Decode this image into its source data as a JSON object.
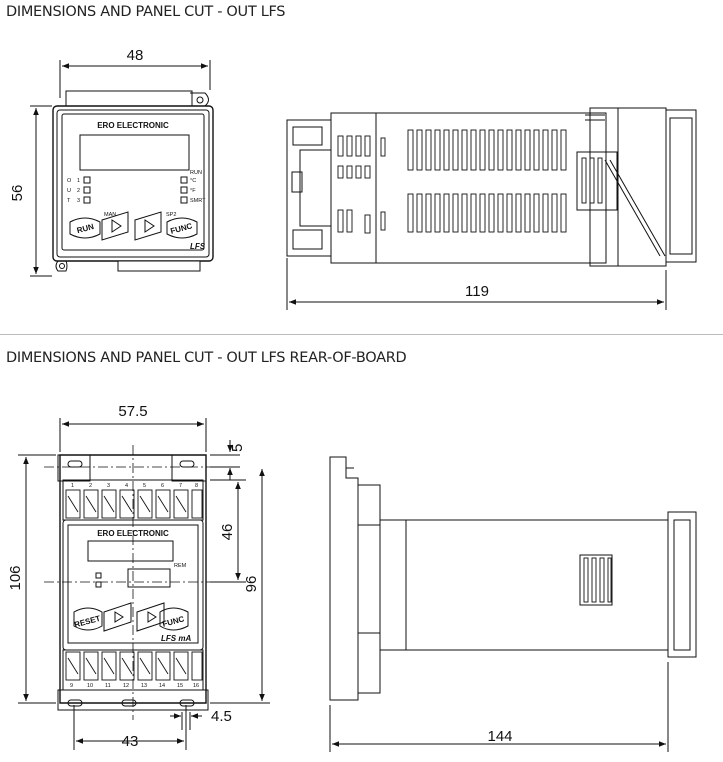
{
  "section1": {
    "title": "DIMENSIONS AND PANEL CUT - OUT LFS",
    "front": {
      "width": "48",
      "height": "56",
      "brand": "ERO ELECTRONIC",
      "model": "LFS",
      "out_letters": [
        "O",
        "U",
        "T"
      ],
      "out_numbers": [
        "1",
        "2",
        "3"
      ],
      "right_labels": [
        "RUN",
        "°C",
        "°F",
        "SMRT"
      ],
      "buttons": [
        "RUN",
        "FUNC"
      ],
      "button_small": [
        "MAN",
        "SP2"
      ]
    },
    "side": {
      "depth": "119"
    }
  },
  "section2": {
    "title": "DIMENSIONS AND PANEL CUT - OUT LFS REAR-OF-BOARD",
    "front": {
      "width": "57.5",
      "top_offset": "5",
      "height": "106",
      "window": "46",
      "inner": "96",
      "hole_spacing": "43",
      "hole_offset": "4.5",
      "brand": "ERO ELECTRONIC",
      "model": "LFS mA",
      "rem": "REM",
      "buttons": [
        "RESET",
        "FUNC"
      ],
      "top_terminals": [
        "1",
        "2",
        "3",
        "4",
        "5",
        "6",
        "7",
        "8"
      ],
      "bottom_terminals": [
        "9",
        "10",
        "11",
        "12",
        "13",
        "14",
        "15",
        "16"
      ]
    },
    "side": {
      "depth": "144"
    }
  }
}
